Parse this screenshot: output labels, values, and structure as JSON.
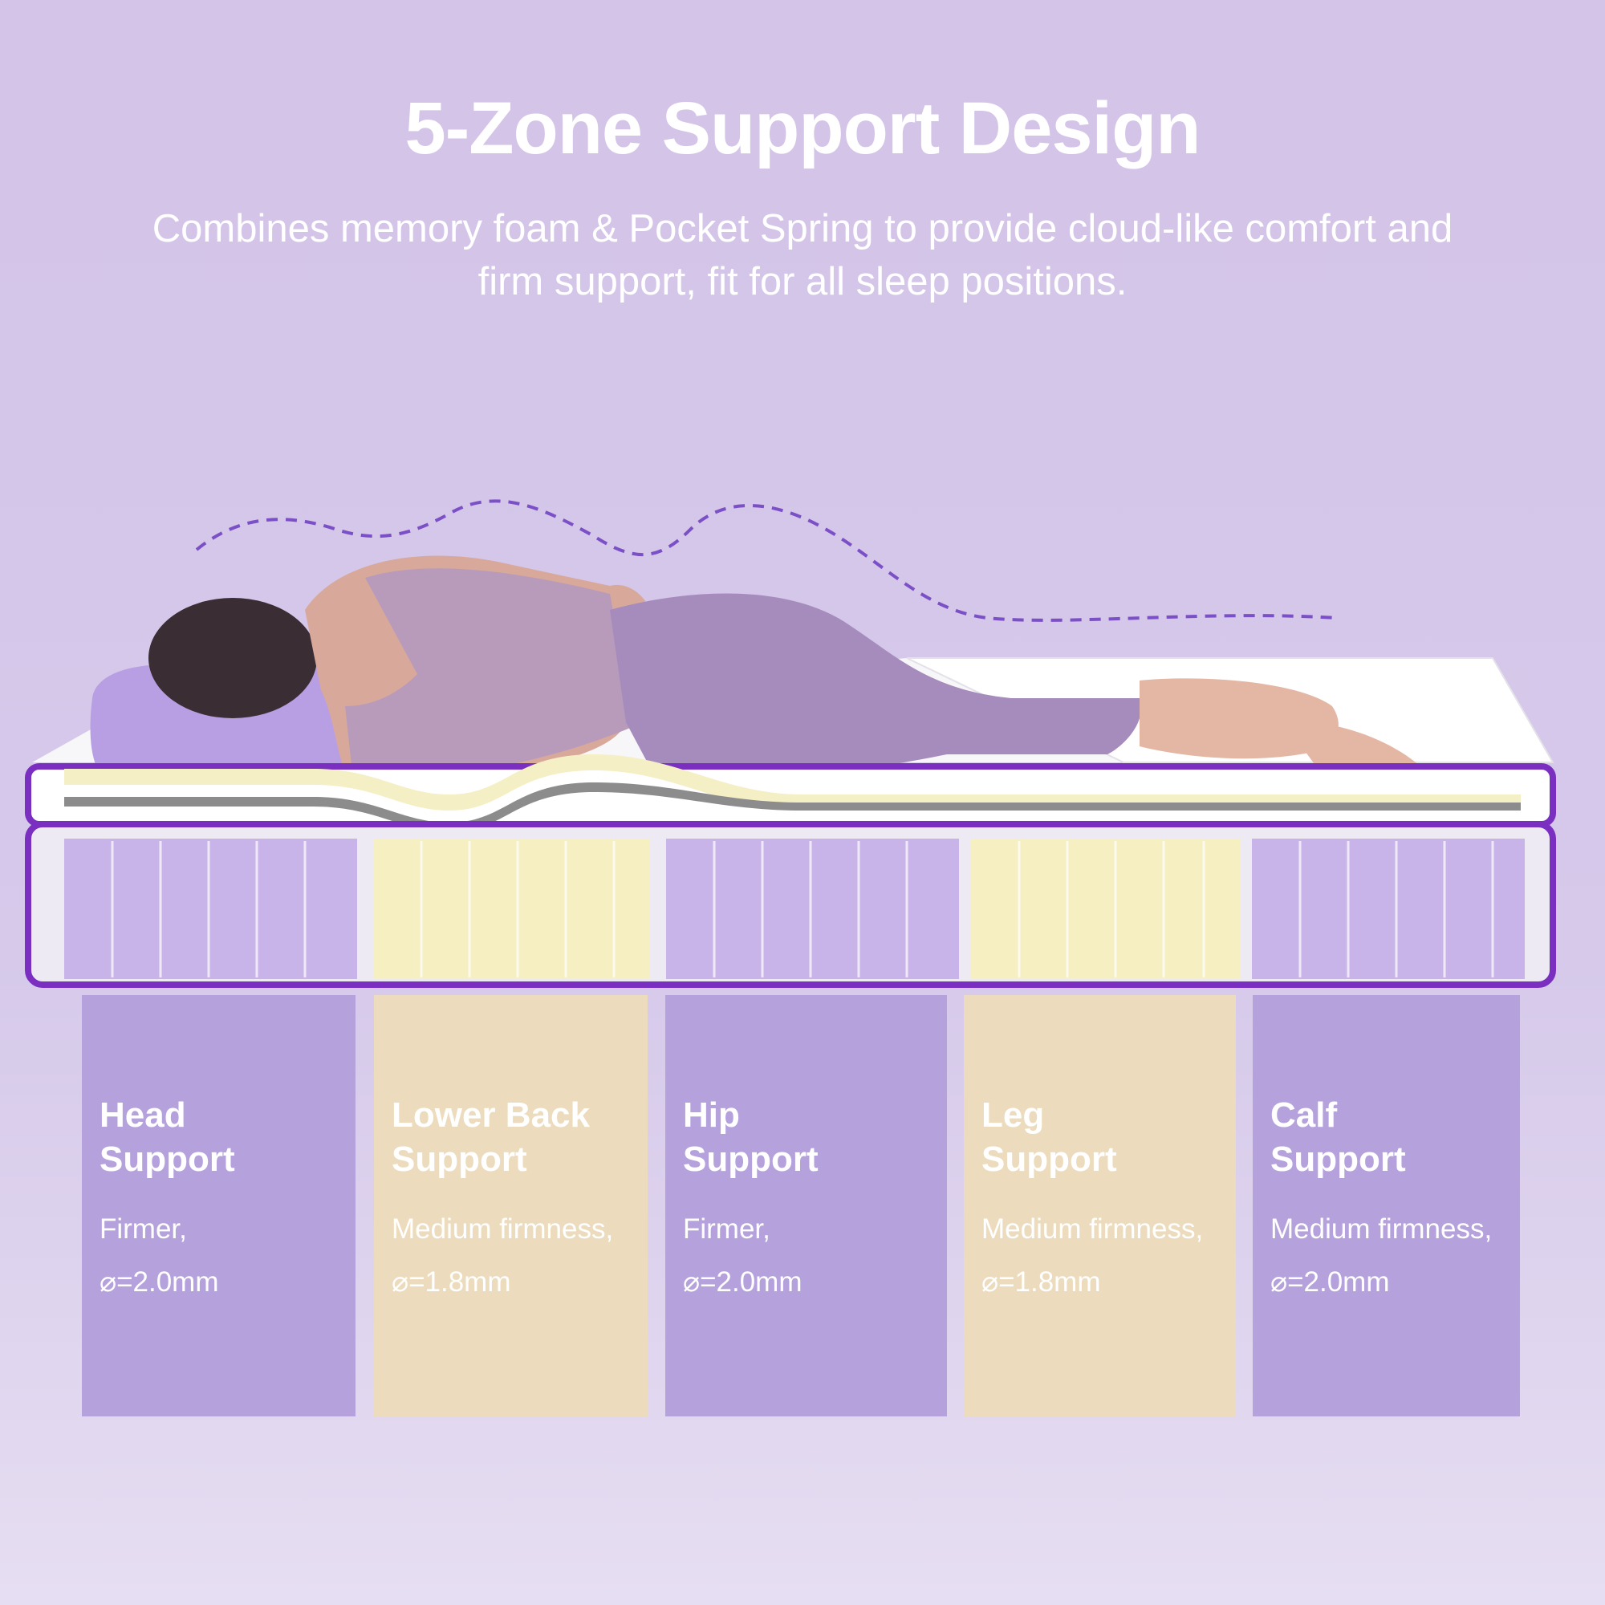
{
  "title": "5-Zone Support Design",
  "subtitle": "Combines memory foam & Pocket Spring to provide cloud-like comfort and firm support, fit for all sleep positions.",
  "colors": {
    "background": "#d3c4e8",
    "accent_purple": "#7b2fc0",
    "firm_zone": "#b5a2dd",
    "medium_zone": "#ecdcbd",
    "text": "#ffffff"
  },
  "zones": [
    {
      "name": "Head\nSupport",
      "firmness": "Firmer,",
      "diameter": "⌀=2.0mm",
      "tone": "purple"
    },
    {
      "name": "Lower Back\nSupport",
      "firmness": "Medium firmness,",
      "diameter": "⌀=1.8mm",
      "tone": "yellow"
    },
    {
      "name": "Hip\nSupport",
      "firmness": "Firmer,",
      "diameter": "⌀=2.0mm",
      "tone": "purple"
    },
    {
      "name": "Leg\nSupport",
      "firmness": "Medium firmness,",
      "diameter": "⌀=1.8mm",
      "tone": "yellow"
    },
    {
      "name": "Calf\nSupport",
      "firmness": "Medium firmness,",
      "diameter": "⌀=2.0mm",
      "tone": "purple"
    }
  ]
}
